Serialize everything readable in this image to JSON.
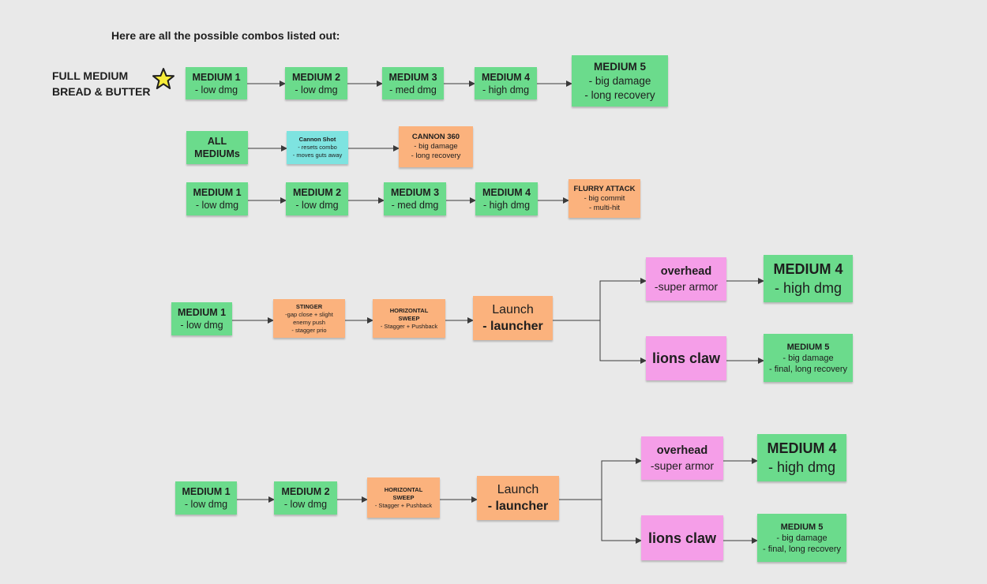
{
  "title": "Here are all the possible combos listed out:",
  "side_label": "FULL MEDIUM\nBREAD & BUTTER",
  "colors": {
    "green": "#6bdb8c",
    "orange": "#fbb27d",
    "cyan": "#7ee3e0",
    "pink": "#f59ee8",
    "star": "#f7ec3a"
  },
  "combos": {
    "full_medium": {
      "m1": {
        "head": "MEDIUM 1",
        "desc": "- low dmg"
      },
      "m2": {
        "head": "MEDIUM 2",
        "desc": "- low dmg"
      },
      "m3": {
        "head": "MEDIUM 3",
        "desc": "- med dmg"
      },
      "m4": {
        "head": "MEDIUM 4",
        "desc": "- high dmg"
      },
      "m5": {
        "head": "MEDIUM 5",
        "desc": "- big damage\n- long recovery"
      }
    },
    "cannon": {
      "all": {
        "head": "ALL\nMEDIUMs"
      },
      "shot": {
        "head": "Cannon Shot",
        "desc": "- resets combo\n- moves guts away"
      },
      "c360": {
        "head": "CANNON 360",
        "desc": "- big damage\n- long recovery"
      }
    },
    "flurry": {
      "m1": {
        "head": "MEDIUM 1",
        "desc": "- low dmg"
      },
      "m2": {
        "head": "MEDIUM 2",
        "desc": "- low dmg"
      },
      "m3": {
        "head": "MEDIUM 3",
        "desc": "- med dmg"
      },
      "m4": {
        "head": "MEDIUM 4",
        "desc": "- high dmg"
      },
      "fa": {
        "head": "FLURRY ATTACK",
        "desc": "- big commit\n- multi-hit"
      }
    },
    "stinger": {
      "m1": {
        "head": "MEDIUM 1",
        "desc": "- low dmg"
      },
      "st": {
        "head": "STINGER",
        "desc": "-gap close + slight\nenemy push\n- stagger prio"
      },
      "hs": {
        "head": "HORIZONTAL\nSWEEP",
        "desc": "- Stagger + Pushback"
      },
      "launch": {
        "head": "Launch",
        "desc": "- launcher"
      },
      "overhead": {
        "head": "overhead",
        "desc": "-super armor"
      },
      "m4": {
        "head": "MEDIUM 4",
        "desc": "- high dmg"
      },
      "claw": {
        "head": "lions claw"
      },
      "m5": {
        "head": "MEDIUM 5",
        "desc": "- big damage\n- final, long recovery"
      }
    },
    "sweep": {
      "m1": {
        "head": "MEDIUM 1",
        "desc": "- low dmg"
      },
      "m2": {
        "head": "MEDIUM 2",
        "desc": "- low dmg"
      },
      "hs": {
        "head": "HORIZONTAL\nSWEEP",
        "desc": "- Stagger + Pushback"
      },
      "launch": {
        "head": "Launch",
        "desc": "- launcher"
      },
      "overhead": {
        "head": "overhead",
        "desc": "-super armor"
      },
      "m4": {
        "head": "MEDIUM 4",
        "desc": "- high dmg"
      },
      "claw": {
        "head": "lions claw"
      },
      "m5": {
        "head": "MEDIUM 5",
        "desc": "- big damage\n- final, long recovery"
      }
    }
  }
}
